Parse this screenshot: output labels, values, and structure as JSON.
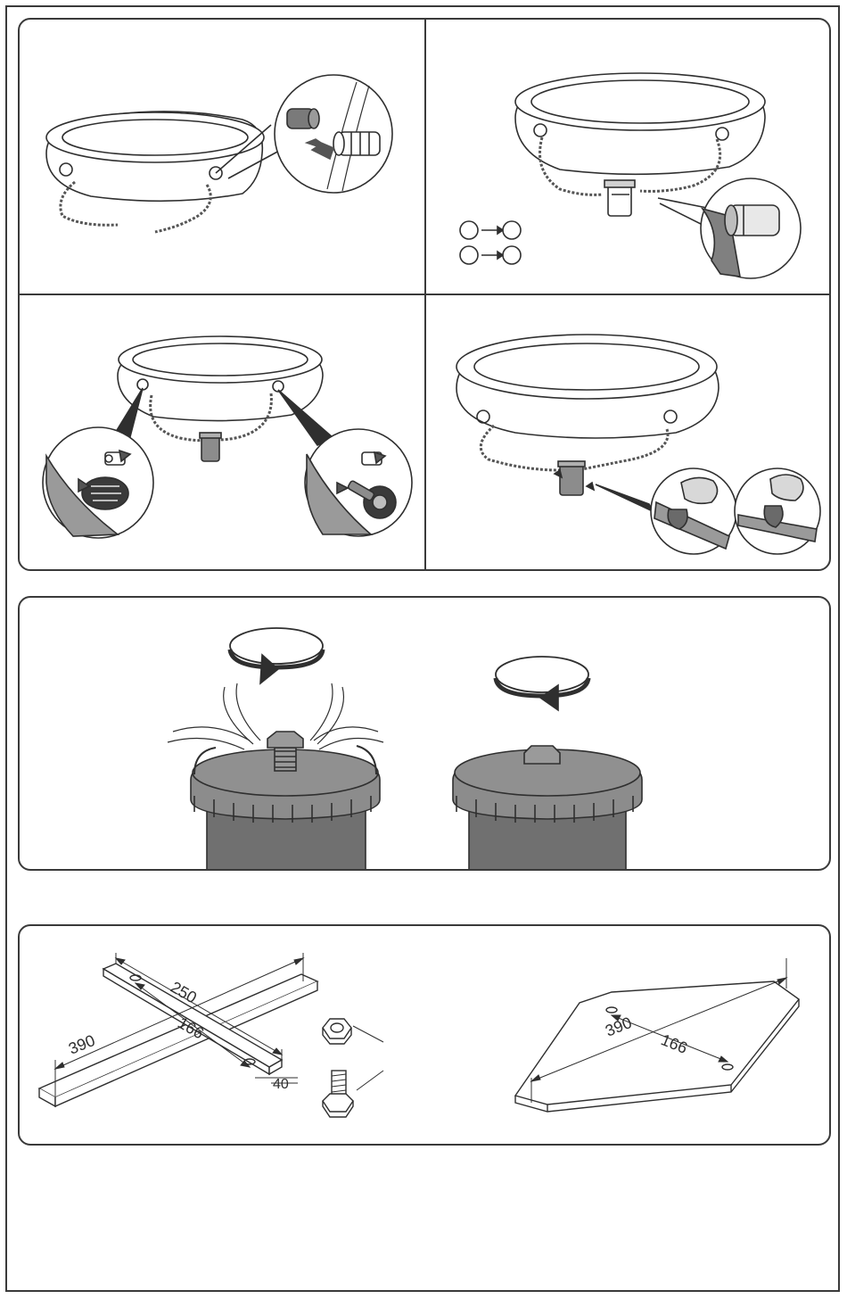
{
  "colors": {
    "line": "#2f2f2f",
    "border": "#3a3a3a",
    "filter_body": "#707070",
    "filter_cap": "#8c8c8c",
    "hose": "#9a9a9a",
    "skin_tone": "#bdbdbd"
  },
  "icons": [
    "pool-icon",
    "hose-icon",
    "connector-icon",
    "arrow-icon",
    "filter-pump-icon",
    "strainer-icon",
    "plunger-valve-icon",
    "hose-clamp-icon",
    "hand-icon",
    "rotate-clockwise-icon",
    "rotate-counterclockwise-icon",
    "air-release-valve-icon",
    "filter-housing-icon",
    "nut-icon",
    "bolt-icon",
    "cross-base-icon",
    "base-plate-icon"
  ],
  "steps": [
    {
      "id": "step-1",
      "content": "Hoses attached to the pool connectors"
    },
    {
      "id": "step-2",
      "content": "Pump connected to the hoses; connection legend"
    },
    {
      "id": "step-3",
      "content": "Strainer and plunger valve installation"
    },
    {
      "id": "step-4",
      "content": "Hose clamps tightened on filter pump"
    }
  ],
  "legend": {
    "rows": [
      {
        "from": "",
        "to": ""
      },
      {
        "from": "",
        "to": ""
      }
    ]
  },
  "air_release": {
    "left": "Open air release valve (counter-clockwise)",
    "right": "Close air release valve (clockwise)"
  },
  "cross_base": {
    "dimensions": {
      "length": "390",
      "width": "250",
      "hole_spacing": "166",
      "thickness": "40"
    }
  },
  "plate_base": {
    "dimensions": {
      "diagonal": "390",
      "hole_spacing": "166"
    }
  }
}
